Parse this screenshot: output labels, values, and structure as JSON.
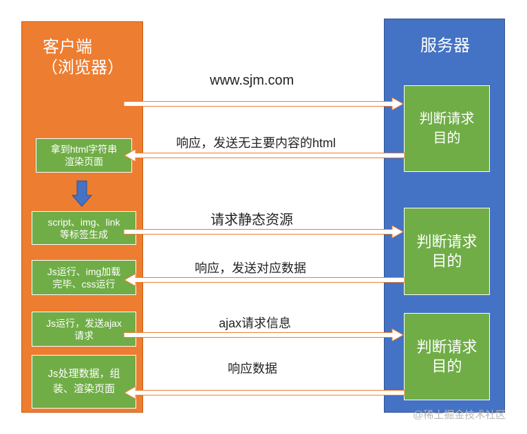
{
  "client": {
    "title": "客户端",
    "subtitle": "（浏览器）",
    "boxes": [
      {
        "line1": "拿到html字符串",
        "line2": "渲染页面"
      },
      {
        "line1": "script、img、link",
        "line2": "等标签生成"
      },
      {
        "line1": "Js运行、img加载",
        "line2": "完毕、css运行"
      },
      {
        "line1": "Js运行，发送ajax",
        "line2": "请求"
      },
      {
        "line1": "Js处理数据，组",
        "line2": "装、渲染页面"
      }
    ]
  },
  "server": {
    "title": "服务器",
    "boxes": [
      {
        "line1": "判断请求",
        "line2": "目的"
      },
      {
        "line1": "判断请求",
        "line2": "目的"
      },
      {
        "line1": "判断请求",
        "line2": "目的"
      }
    ]
  },
  "arrows": [
    {
      "label": "www.sjm.com",
      "direction": "to-server"
    },
    {
      "label": "响应，发送无主要内容的html",
      "direction": "to-client"
    },
    {
      "label": "请求静态资源",
      "direction": "to-server"
    },
    {
      "label": "响应，发送对应数据",
      "direction": "to-client"
    },
    {
      "label": "ajax请求信息",
      "direction": "to-server"
    },
    {
      "label": "响应数据",
      "direction": "to-client"
    }
  ],
  "watermark": "@稀土掘金技术社区",
  "colors": {
    "client": "#ED7D31",
    "server": "#4472C4",
    "box": "#70AD47",
    "arrow": "#ED7D31",
    "down_arrow": "#4472C4"
  }
}
